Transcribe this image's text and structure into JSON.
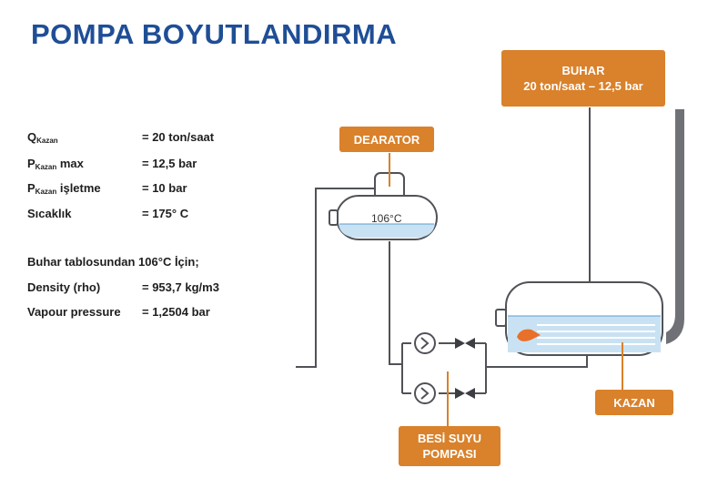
{
  "title": "POMPA BOYUTLANDIRMA",
  "params": [
    {
      "prefix": "Q",
      "sub": "Kazan",
      "suffix": "",
      "value": "=  20 ton/saat"
    },
    {
      "prefix": "P",
      "sub": "Kazan",
      "suffix": " max",
      "value": "=  12,5 bar"
    },
    {
      "prefix": "P",
      "sub": "Kazan",
      "suffix": " işletme",
      "value": "=  10 bar"
    },
    {
      "prefix": "Sıcaklık",
      "sub": "",
      "suffix": "",
      "value": "=  175° C"
    }
  ],
  "note": "Buhar tablosundan 106°C  İçin;",
  "props": [
    {
      "label": "Density (rho)",
      "value": "= 953,7 kg/m3"
    },
    {
      "label": "Vapour pressure",
      "value": "= 1,2504 bar"
    }
  ],
  "labels": {
    "buhar_line1": "BUHAR",
    "buhar_line2": "20 ton/saat – 12,5 bar",
    "dearator": "DEARATOR",
    "dearator_temp": "106°C",
    "kazan": "KAZAN",
    "pump_line1": "BESİ SUYU",
    "pump_line2": "POMPASI"
  },
  "colors": {
    "title": "#1f4e96",
    "tag": "#d9812b",
    "pipe": "#505258",
    "water": "#c9e2f3",
    "flame": "#e8702a"
  }
}
